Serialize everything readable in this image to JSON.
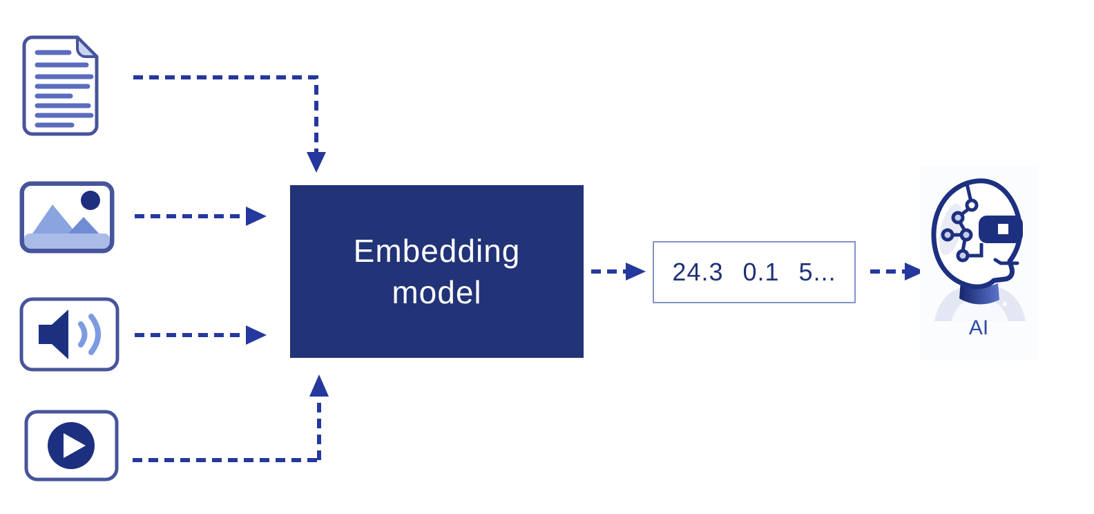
{
  "diagram_type": "embedding-model-pipeline",
  "inputs": [
    {
      "label": "document",
      "icon": "document-icon"
    },
    {
      "label": "image",
      "icon": "image-icon"
    },
    {
      "label": "audio",
      "icon": "audio-icon"
    },
    {
      "label": "video",
      "icon": "video-icon"
    }
  ],
  "model": {
    "line1": "Embedding",
    "line2": "model",
    "box_color": "#223377",
    "text_color": "#ffffff"
  },
  "vector": {
    "values": [
      "24.3",
      "0.1",
      "5..."
    ],
    "text_color": "#1e3178",
    "border_color": "#8492c4"
  },
  "ai": {
    "label": "AI",
    "icon": "ai-robot-icon",
    "label_color": "#2b4aa5"
  },
  "colors": {
    "arrow": "#24389d",
    "icon_outline": "#47549b",
    "icon_dark_fill": "#1d3080",
    "icon_light_blue": "#7d9be0",
    "image_mountain_back": "#8aa4e0",
    "image_mountain_front": "#6f8cd4",
    "image_bottom_strip": "#a9bce8",
    "document_line": "#5b6cbe",
    "document_fold": "#c9d4f0"
  }
}
